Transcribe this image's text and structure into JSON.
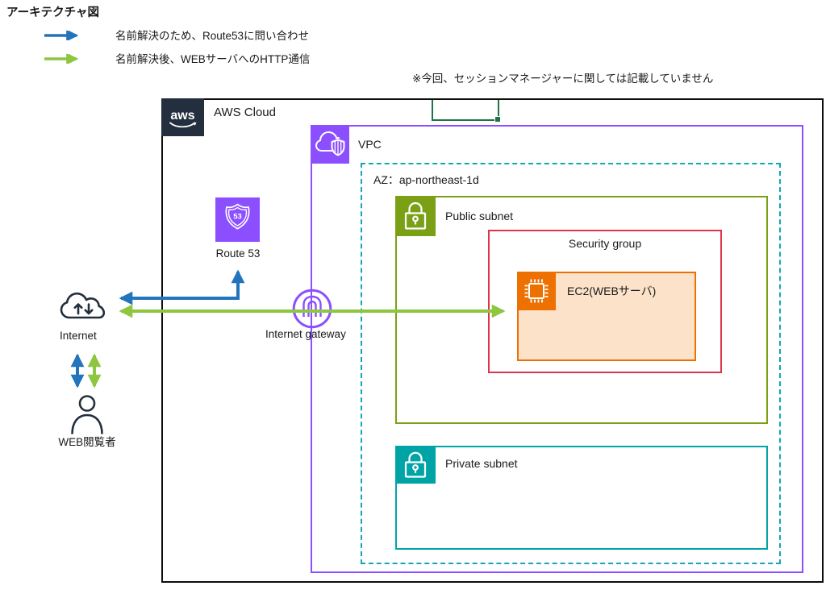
{
  "title": "アーキテクチャ図",
  "legend": {
    "items": [
      {
        "label": "名前解決のため、Route53に問い合わせ",
        "color": "#2274BC"
      },
      {
        "label": "名前解決後、WEBサーバへのHTTP通信",
        "color": "#8DC63F"
      }
    ]
  },
  "note": "※今回、セッションマネージャーに関しては記載していません",
  "nodes": {
    "aws_cloud": "AWS Cloud",
    "aws_logo_text": "aws",
    "vpc": "VPC",
    "az": "AZ：ap-northeast-1d",
    "public_subnet": "Public subnet",
    "security_group": "Security group",
    "ec2": "EC2(WEBサーバ)",
    "private_subnet": "Private subnet",
    "route53": "Route 53",
    "route53_shield_number": "53",
    "internet_gateway": "Internet gateway",
    "internet": "Internet",
    "web_user": "WEB閲覧者"
  },
  "colors": {
    "arrow_blue": "#2274BC",
    "arrow_green": "#8DC63F",
    "aws_dark": "#232F3E",
    "purple": "#8C4FFF",
    "subnet_green": "#7AA116",
    "teal": "#00A4A6",
    "az_dash_teal": "#14A7B2",
    "security_red": "#DD344C",
    "orange": "#ED7100",
    "ec2_fill": "#FBE2C9",
    "selection_green": "#217346"
  }
}
